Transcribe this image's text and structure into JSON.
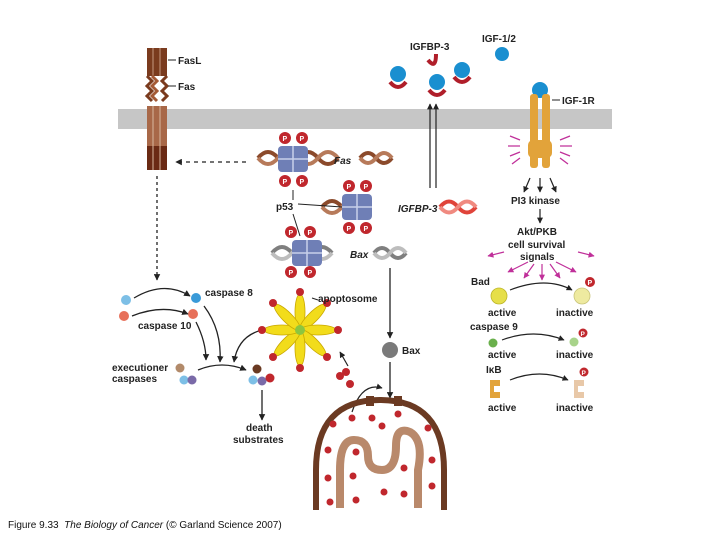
{
  "colors": {
    "membrane": "#c6c6c6",
    "fas_receptor": "#7a3b1e",
    "igf1r": "#e2a33a",
    "p53": "#6f7fb6",
    "phospho": "#c0272d",
    "dna_brown": "#8b4a2b",
    "dna_red": "#e0443a",
    "dna_gray": "#9a9a9a",
    "cell": "#6b3a22",
    "mito": "#b9896b",
    "apoptosome": "#f2dc1b",
    "bad": "#e6df4a",
    "caspase9": "#6ab04c",
    "ikb": "#e2a33a",
    "ikb_inactive": "#e8c8a8",
    "igfbp3": "#b01e2a",
    "igf": "#1a8fd0",
    "arrow": "#222222",
    "signal": "#c0309a"
  },
  "labels": {
    "fasl": "FasL",
    "fas": "Fas",
    "igfbp3": "IGFBP-3",
    "igf12": "IGF-1/2",
    "igf1r": "IGF-1R",
    "p": "P",
    "fas_gene": "Fas",
    "igfbp3_gene": "IGFBP-3",
    "bax_gene": "Bax",
    "p53": "p53",
    "pi3k": "PI3 kinase",
    "akt": "Akt/PKB",
    "survival1": "cell survival",
    "survival2": "signals",
    "caspase8": "caspase 8",
    "caspase10": "caspase 10",
    "apoptosome": "apoptosome",
    "bax": "Bax",
    "executioner1": "executioner",
    "executioner2": "caspases",
    "death1": "death",
    "death2": "substrates",
    "bad": "Bad",
    "active": "active",
    "inactive": "inactive",
    "caspase9": "caspase 9",
    "ikb": "IκB"
  },
  "caption": {
    "prefix": "Figure 9.33",
    "title": "The Biology of Cancer",
    "suffix": "(© Garland Science 2007)"
  }
}
